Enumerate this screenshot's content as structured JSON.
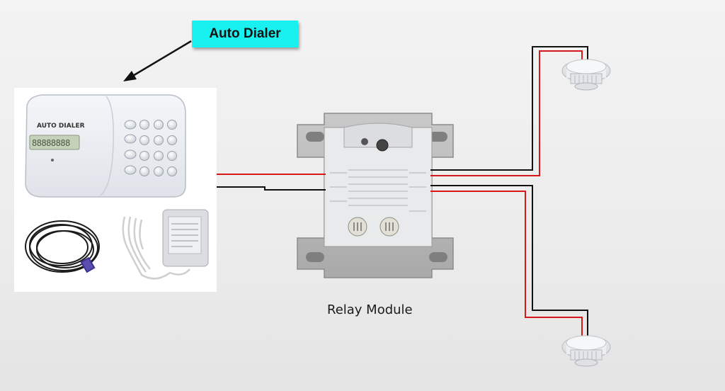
{
  "callout": {
    "text": "Auto Dialer",
    "color": "#19f0f0"
  },
  "device_label": "AUTO DIALER",
  "display_text": "88888888",
  "module_label": "Relay Module",
  "wire_colors": {
    "positive": "#d81818",
    "negative": "#111111"
  }
}
